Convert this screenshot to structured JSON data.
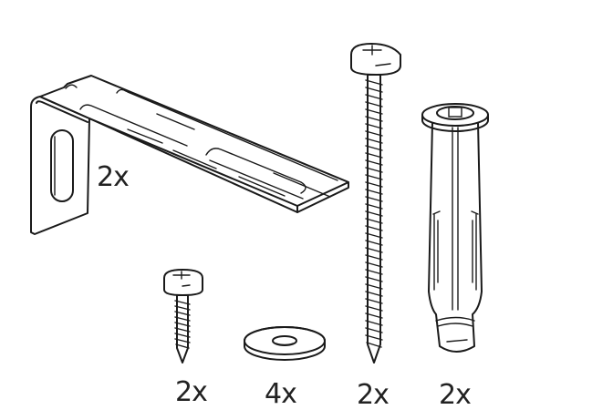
{
  "diagram": {
    "type": "assembly-parts-inventory",
    "background": "#ffffff",
    "line_color": "#1a1a1a",
    "parts": [
      {
        "id": "bracket",
        "name": "L-shaped wall bracket with slotted arm",
        "quantity": "2x"
      },
      {
        "id": "short-screw",
        "name": "Short pan-head Phillips screw",
        "quantity": "2x"
      },
      {
        "id": "washer",
        "name": "Flat washer",
        "quantity": "4x"
      },
      {
        "id": "long-screw",
        "name": "Long pan-head Phillips wood screw",
        "quantity": "2x"
      },
      {
        "id": "wall-plug",
        "name": "Expansion wall plug / anchor",
        "quantity": "2x"
      }
    ]
  }
}
